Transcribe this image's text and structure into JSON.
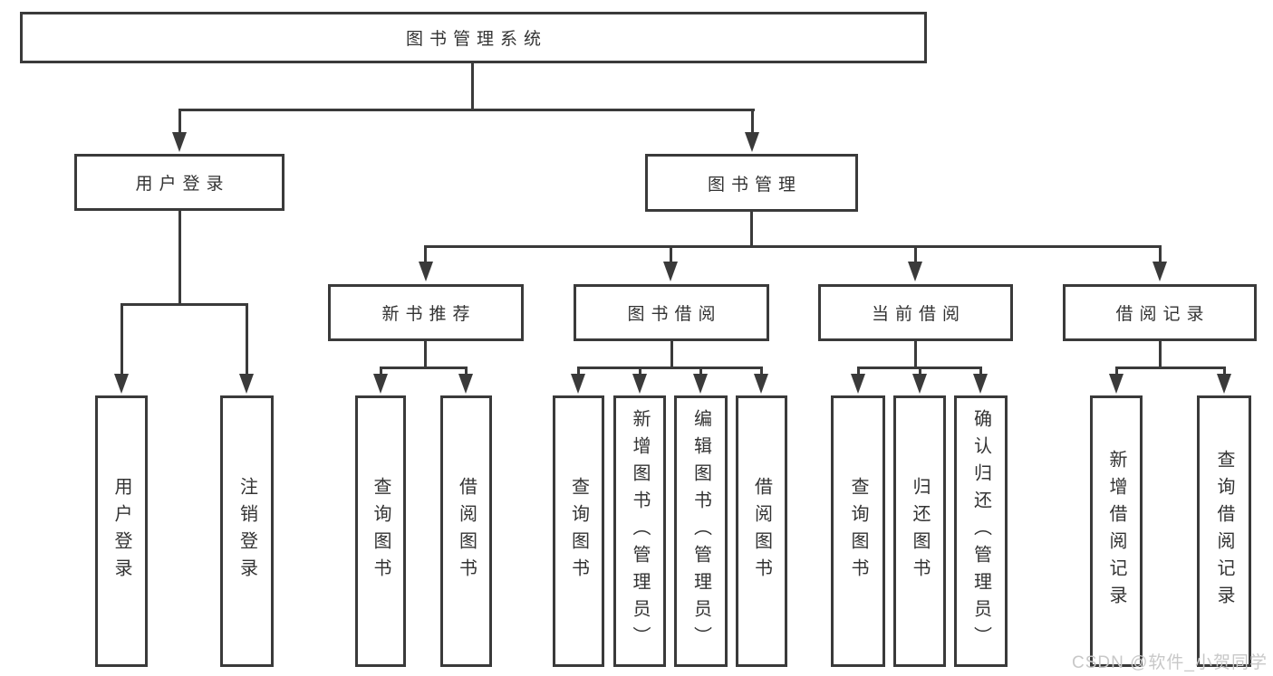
{
  "diagram": {
    "root": {
      "label": "图书管理系统"
    },
    "level1": {
      "user_login": {
        "label": "用户登录"
      },
      "book_mgmt": {
        "label": "图书管理"
      }
    },
    "level2": {
      "new_book": {
        "label": "新书推荐"
      },
      "book_borrow": {
        "label": "图书借阅"
      },
      "current_borrow": {
        "label": "当前借阅"
      },
      "borrow_record": {
        "label": "借阅记录"
      }
    },
    "leaves": {
      "user_login": [
        "用户登录",
        "注销登录"
      ],
      "new_book": [
        "查询图书",
        "借阅图书"
      ],
      "book_borrow": [
        "查询图书",
        "新增图书（管理员）",
        "编辑图书（管理员）",
        "借阅图书"
      ],
      "current_borrow": [
        "查询图书",
        "归还图书",
        "确认归还（管理员）"
      ],
      "borrow_record": [
        "新增借阅记录",
        "查询借阅记录"
      ]
    }
  },
  "watermark": {
    "text": "CSDN @软件_小贺同学"
  },
  "colors": {
    "line": "#3a3a3a",
    "text": "#333333",
    "watermark": "#c8c8c8",
    "background": "#ffffff"
  }
}
